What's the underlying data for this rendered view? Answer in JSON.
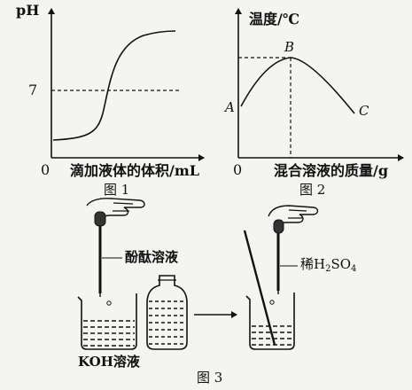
{
  "fig1": {
    "y_axis_label": "pH",
    "ref_tick": "7",
    "origin": "0",
    "x_axis_label": "滴加液体的体积/mL",
    "caption": "图 1"
  },
  "fig2": {
    "y_axis_label": "温度/℃",
    "point_a": "A",
    "point_b": "B",
    "point_c": "C",
    "origin": "0",
    "x_axis_label": "混合溶液的质量/g",
    "caption": "图 2"
  },
  "fig3": {
    "indicator_label": "酚酞溶液",
    "acid_label_main": "稀H",
    "acid_label_sub1": "2",
    "acid_label_mid": "SO",
    "acid_label_sub2": "4",
    "base_label": "KOH溶液",
    "caption": "图 3"
  },
  "colors": {
    "ink": "#111111",
    "paper": "#f4f4f1"
  }
}
